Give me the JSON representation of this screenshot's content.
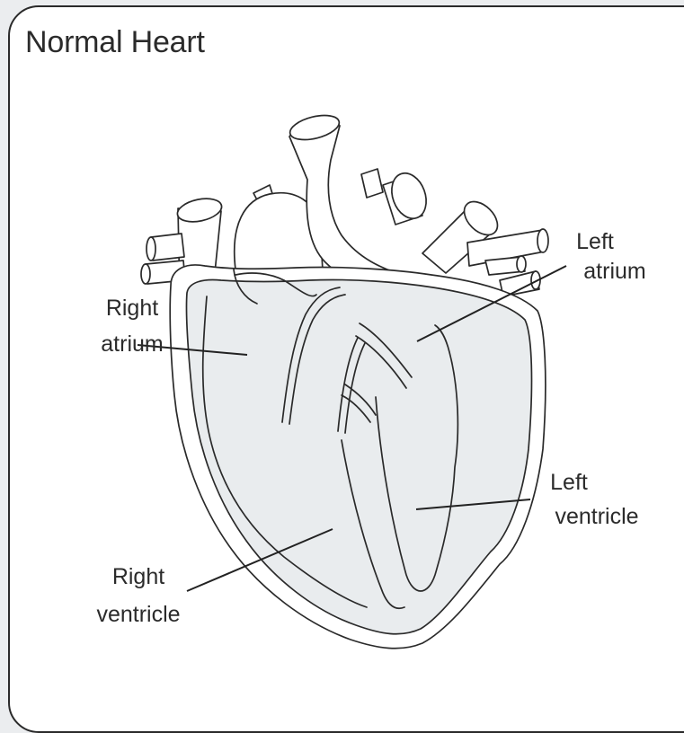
{
  "title": "Normal Heart",
  "labels": {
    "right_atrium": [
      "Right",
      "atrium"
    ],
    "left_atrium": [
      "Left",
      "atrium"
    ],
    "left_ventricle": [
      "Left",
      "ventricle"
    ],
    "right_ventricle": [
      "Right",
      "ventricle"
    ]
  },
  "colors": {
    "chamber_fill": "#e9ecee",
    "outline": "#2a2a2a",
    "background": "#ebedef"
  }
}
